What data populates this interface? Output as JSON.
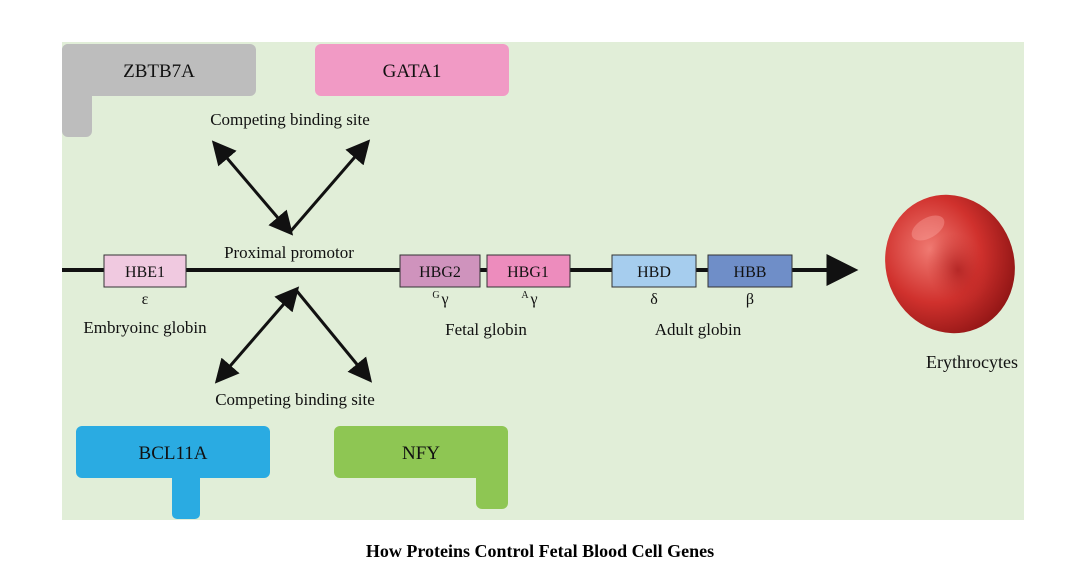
{
  "diagram": {
    "caption": "How Proteins Control Fetal Blood Cell Genes",
    "proteins": {
      "zbtb7a": "ZBTB7A",
      "gata1": "GATA1",
      "bcl11a": "BCL11A",
      "nfy": "NFY"
    },
    "labels": {
      "competing_top": "Competing binding site",
      "competing_bottom": "Competing binding site",
      "proximal_promotor": "Proximal promotor",
      "embryonic_globin": "Embryoinc globin",
      "fetal_globin": "Fetal globin",
      "adult_globin": "Adult globin",
      "erythrocytes": "Erythrocytes"
    },
    "genes": [
      {
        "name": "HBE1",
        "symbol": "ε",
        "color": "#f0c9e0"
      },
      {
        "name": "HBG2",
        "symbol_sup": "G",
        "symbol": "γ",
        "color": "#cf93bd"
      },
      {
        "name": "HBG1",
        "symbol_sup": "A",
        "symbol": "γ",
        "color": "#ed8cbd"
      },
      {
        "name": "HBD",
        "symbol": "δ",
        "color": "#a6cdee"
      },
      {
        "name": "HBB",
        "symbol": "β",
        "color": "#6f8ec8"
      }
    ],
    "colors": {
      "panel_background": "#e1eed8",
      "zbtb7a": "#bdbdbd",
      "gata1": "#f19ac5",
      "bcl11a": "#2aabe2",
      "nfy": "#8ec653",
      "cell": "#d0312d"
    }
  }
}
